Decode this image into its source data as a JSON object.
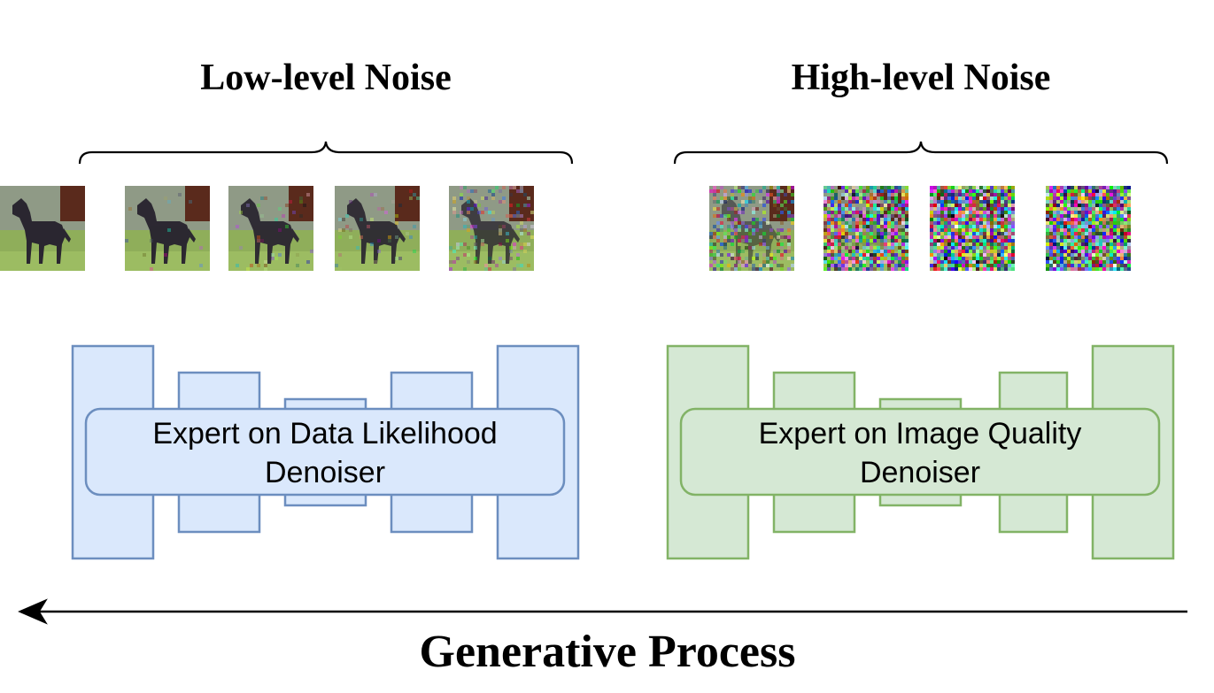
{
  "headings": {
    "low": "Low-level Noise",
    "high": "High-level Noise"
  },
  "experts": {
    "left": {
      "line1": "Expert on Data Likelihood",
      "line2": "Denoiser"
    },
    "right": {
      "line1": "Expert on Image Quality",
      "line2": "Denoiser"
    }
  },
  "footer": {
    "label": "Generative Process"
  },
  "colors": {
    "blue_fill": "#dae8fc",
    "blue_stroke": "#6c8ebf",
    "green_fill": "#d5e8d4",
    "green_stroke": "#82b366",
    "line": "#000000"
  },
  "image_thumbnails": {
    "low_level_noise": [
      0.0,
      0.02,
      0.05,
      0.08,
      0.2
    ],
    "high_level_noise": [
      0.45,
      0.85,
      1.0,
      1.0
    ]
  }
}
